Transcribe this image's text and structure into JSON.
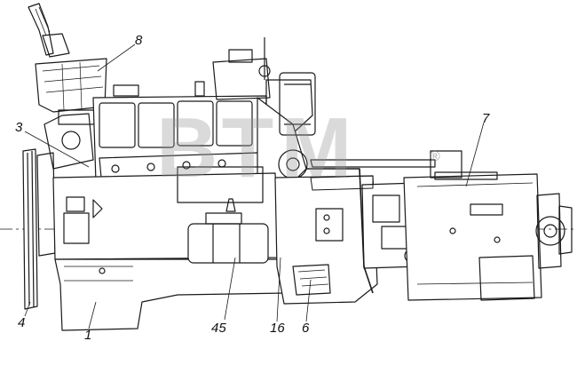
{
  "callouts": {
    "c1": "1",
    "c3": "3",
    "c4": "4",
    "c6": "6",
    "c7": "7",
    "c8": "8",
    "c16": "16",
    "c45": "45"
  },
  "watermark": {
    "letters": "ВТМ",
    "registered": "®",
    "color": "#b0b0b0"
  },
  "colors": {
    "ink": "#1a1a1a"
  }
}
